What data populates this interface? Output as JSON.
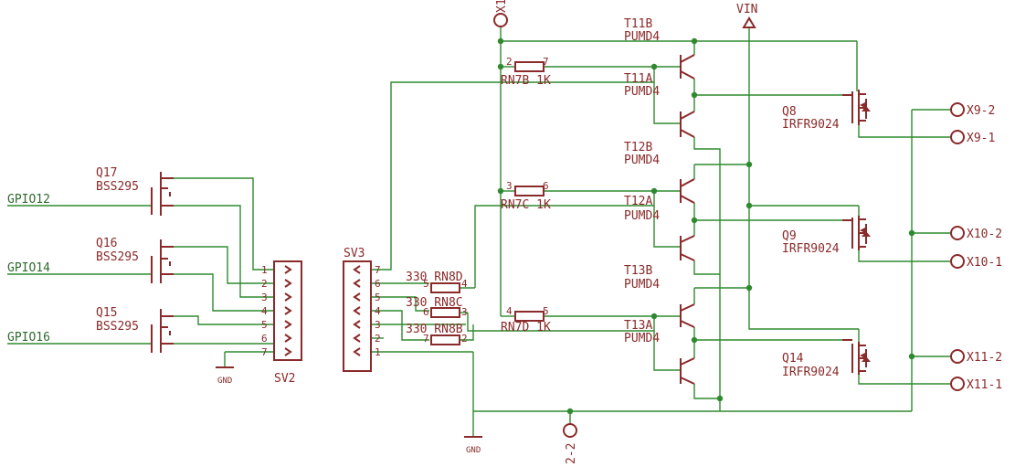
{
  "nets": {
    "gpio12": "GPIO12",
    "gpio14": "GPIO14",
    "gpio16": "GPIO16",
    "vin": "VIN",
    "x1": "X1",
    "x2_2": "2-2",
    "gnd_left": "GND",
    "gnd_mid": "GND"
  },
  "mosfets_left": [
    {
      "ref": "Q17",
      "value": "BSS295"
    },
    {
      "ref": "Q16",
      "value": "BSS295"
    },
    {
      "ref": "Q15",
      "value": "BSS295"
    }
  ],
  "connectors": {
    "sv2": {
      "name": "SV2",
      "pins": [
        "1",
        "2",
        "3",
        "4",
        "5",
        "6",
        "7"
      ]
    },
    "sv3": {
      "name": "SV3",
      "pins": [
        "7",
        "6",
        "5",
        "4",
        "3",
        "2",
        "1"
      ]
    }
  },
  "resistors": [
    {
      "label": "330 RN8D",
      "pin_a": "5",
      "pin_b": "4"
    },
    {
      "label": "330 RN8C",
      "pin_a": "6",
      "pin_b": "3"
    },
    {
      "label": "330 RN8B",
      "pin_a": "7",
      "pin_b": "2"
    },
    {
      "label": "RN7B 1K",
      "pin_a": "2",
      "pin_b": "7"
    },
    {
      "label": "RN7C 1K",
      "pin_a": "3",
      "pin_b": "6"
    },
    {
      "label": "RN7D 1K",
      "pin_a": "4",
      "pin_b": "5"
    }
  ],
  "transistors": [
    {
      "ref": "T11B",
      "value": "PUMD4"
    },
    {
      "ref": "T11A",
      "value": "PUMD4"
    },
    {
      "ref": "T12B",
      "value": "PUMD4"
    },
    {
      "ref": "T12A",
      "value": "PUMD4"
    },
    {
      "ref": "T13B",
      "value": "PUMD4"
    },
    {
      "ref": "T13A",
      "value": "PUMD4"
    }
  ],
  "mosfets_right": [
    {
      "ref": "Q8",
      "value": "IRFR9024"
    },
    {
      "ref": "Q9",
      "value": "IRFR9024"
    },
    {
      "ref": "Q14",
      "value": "IRFR9024"
    }
  ],
  "outputs": [
    "X9-2",
    "X9-1",
    "X10-2",
    "X10-1",
    "X11-2",
    "X11-1"
  ]
}
